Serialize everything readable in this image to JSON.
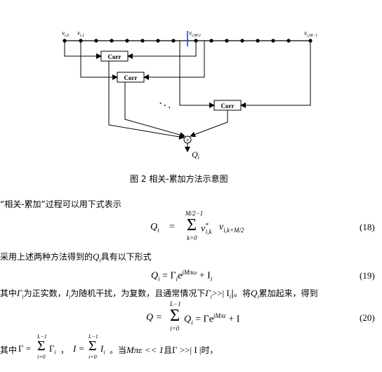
{
  "figure": {
    "sample_labels": [
      "v",
      "v",
      "v",
      "v"
    ],
    "sample_subscripts": [
      "i,0",
      "i,1",
      "i,M/2",
      "i,M−1"
    ],
    "corr_labels": [
      "Corr",
      "Corr",
      "Corr"
    ],
    "dots": "·  ·  ·",
    "sum_symbol": "+",
    "output_label": "Q",
    "output_sub": "i"
  },
  "caption": "图 2  相关-累加方法示意图",
  "para1": "“相关-累加”过程可以用下式表示",
  "eq18": {
    "lhs": "Q",
    "lhs_sub": "i",
    "equals": "=",
    "sum_top": "M/2−1",
    "sum": "Σ",
    "sum_bottom": "k=0",
    "term1": "v",
    "term1_sup": "*",
    "term1_sub": "i,k",
    "term2": "v",
    "term2_sub": "i,k+M/2",
    "number": "(18)"
  },
  "para2_pre": "采用上述两种方法得到的",
  "para2_sym": "Q",
  "para2_sym_sub": "i",
  "para2_post": "具有以下形式",
  "eq19": {
    "lhs": "Q",
    "lhs_sub": "i",
    "rhs_text": "= Γ",
    "rhs_sub": "i",
    "exp_base": "e",
    "exp": "jMπω",
    "plus": "+ I",
    "plus_sub": "i",
    "number": "(19)"
  },
  "para3": {
    "t1": "其中",
    "gamma": "Γ",
    "gamma_sub": "i",
    "t2": "为正实数，",
    "I": "I",
    "I_sub": "i",
    "t3": "为随机干扰，为复数，且通常情况下",
    "gamma2": "Γ",
    "gamma2_sub": "i",
    "t4": ">>| I",
    "t4_sub": "i",
    "t5": "|。将",
    "Q": "Q",
    "Q_sub": "i",
    "t6": "累加起来，得到"
  },
  "eq20": {
    "lhs": "Q =",
    "sum_top": "L−1",
    "sum": "Σ",
    "sum_bottom": "i=0",
    "term": "Q",
    "term_sub": "i",
    "rhs": "= Γe",
    "exp": "jMπε",
    "plus": "+ I",
    "number": "(20)"
  },
  "para4": {
    "t1": "其中",
    "g_lhs": "Γ =",
    "sum_top1": "L−1",
    "sum1": "Σ",
    "sum_bottom1": "i=0",
    "g_term": "Γ",
    "g_term_sub": "i",
    "comma": "，",
    "i_lhs": "I =",
    "sum_top2": "L−1",
    "sum2": "Σ",
    "sum_bottom2": "i=0",
    "i_term": "I",
    "i_term_sub": "i",
    "t2": "。当",
    "cond1": "Mπε << 1",
    "t3": "且",
    "cond2": "Γ >>| I |",
    "t4": "时，"
  }
}
